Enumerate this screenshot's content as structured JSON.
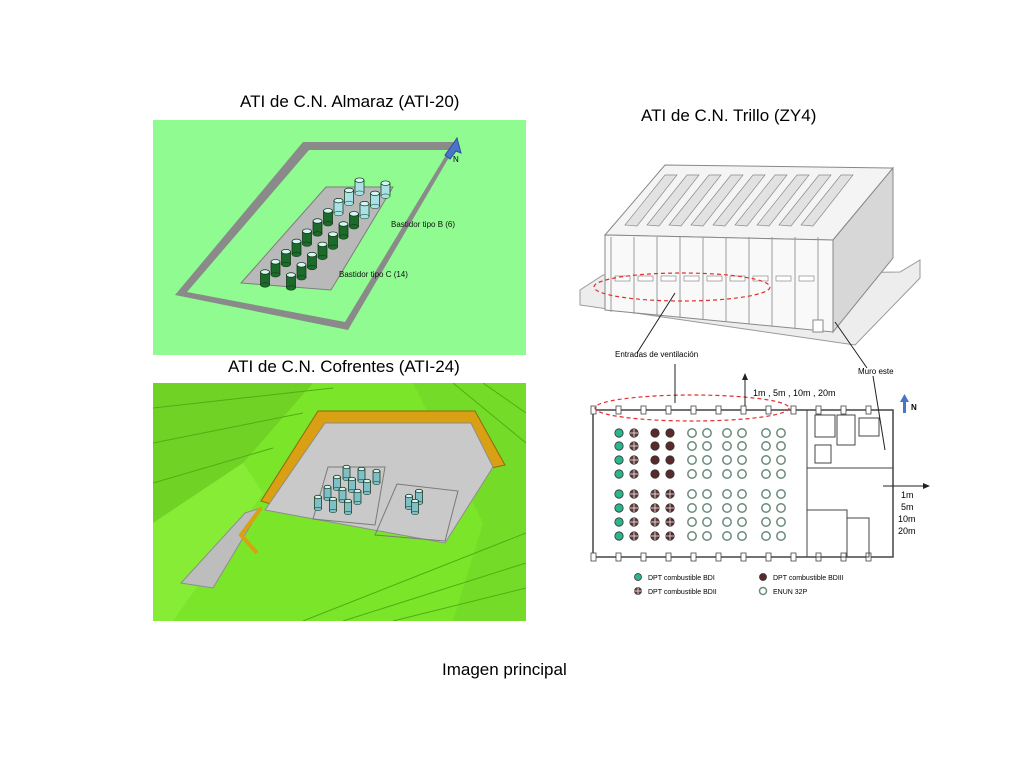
{
  "almaraz": {
    "title": "ATI de C.N. Almaraz (ATI-20)",
    "north_label": "N",
    "label_b": "Bastidor tipo B (6)",
    "label_c": "Bastidor tipo C (14)",
    "colors": {
      "ground": "#90fb90",
      "pad": "#b9b9b9",
      "cask_dark": "#1d6b2a",
      "cask_light": "#a8e2e6"
    }
  },
  "cofrentes": {
    "title": "ATI de C.N. Cofrentes (ATI-24)",
    "colors": {
      "ground": "#7be52a",
      "pad": "#c9c9c9",
      "wall": "#d9a014"
    }
  },
  "trillo": {
    "title": "ATI de C.N. Trillo (ZY4)",
    "label_vent": "Entradas de ventilación",
    "label_wall": "Muro este",
    "label_distances_top": "1m , 5m , 10m , 20m",
    "north_label": "N",
    "distances_right": [
      "1m",
      "5m",
      "10m",
      "20m"
    ],
    "legend": [
      {
        "symbol": "bdi",
        "text": "DPT combustible BDI"
      },
      {
        "symbol": "bdiii",
        "text": "DPT combustible BDIII"
      },
      {
        "symbol": "bdii",
        "text": "DPT combustible BDII"
      },
      {
        "symbol": "enun",
        "text": "ENUN 32P"
      }
    ],
    "colors": {
      "bdi": "#2cb48c",
      "bdii": "#6b3a3a",
      "bdiii": "#5a2a2a",
      "enun": "#b9d8c8",
      "ellipse": "#e03030"
    }
  },
  "caption": "Imagen principal"
}
